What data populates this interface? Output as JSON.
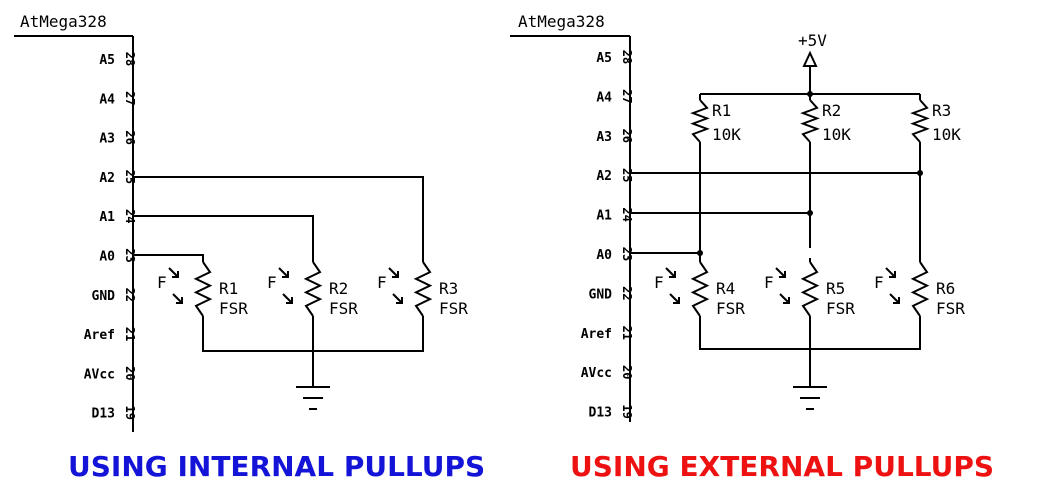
{
  "colors": {
    "internal": "#1414d8",
    "external": "#ee1111",
    "line": "#000000"
  },
  "left": {
    "chip": "AtMega328",
    "pins": [
      {
        "name": "A5",
        "num": "28"
      },
      {
        "name": "A4",
        "num": "27"
      },
      {
        "name": "A3",
        "num": "26"
      },
      {
        "name": "A2",
        "num": "25"
      },
      {
        "name": "A1",
        "num": "24"
      },
      {
        "name": "A0",
        "num": "23"
      },
      {
        "name": "GND",
        "num": "22"
      },
      {
        "name": "Aref",
        "num": "21"
      },
      {
        "name": "AVcc",
        "num": "20"
      },
      {
        "name": "D13",
        "num": "19"
      }
    ],
    "fsr": [
      {
        "ref": "R1",
        "val": "FSR",
        "f": "F"
      },
      {
        "ref": "R2",
        "val": "FSR",
        "f": "F"
      },
      {
        "ref": "R3",
        "val": "FSR",
        "f": "F"
      }
    ],
    "caption": "USING INTERNAL PULLUPS"
  },
  "right": {
    "chip": "AtMega328",
    "supply": "+5V",
    "pins": [
      {
        "name": "A5",
        "num": "28"
      },
      {
        "name": "A4",
        "num": "27"
      },
      {
        "name": "A3",
        "num": "26"
      },
      {
        "name": "A2",
        "num": "25"
      },
      {
        "name": "A1",
        "num": "24"
      },
      {
        "name": "A0",
        "num": "23"
      },
      {
        "name": "GND",
        "num": "22"
      },
      {
        "name": "Aref",
        "num": "21"
      },
      {
        "name": "AVcc",
        "num": "20"
      },
      {
        "name": "D13",
        "num": "19"
      }
    ],
    "pullups": [
      {
        "ref": "R1",
        "val": "10K"
      },
      {
        "ref": "R2",
        "val": "10K"
      },
      {
        "ref": "R3",
        "val": "10K"
      }
    ],
    "fsr": [
      {
        "ref": "R4",
        "val": "FSR",
        "f": "F"
      },
      {
        "ref": "R5",
        "val": "FSR",
        "f": "F"
      },
      {
        "ref": "R6",
        "val": "FSR",
        "f": "F"
      }
    ],
    "caption": "USING EXTERNAL PULLUPS"
  }
}
